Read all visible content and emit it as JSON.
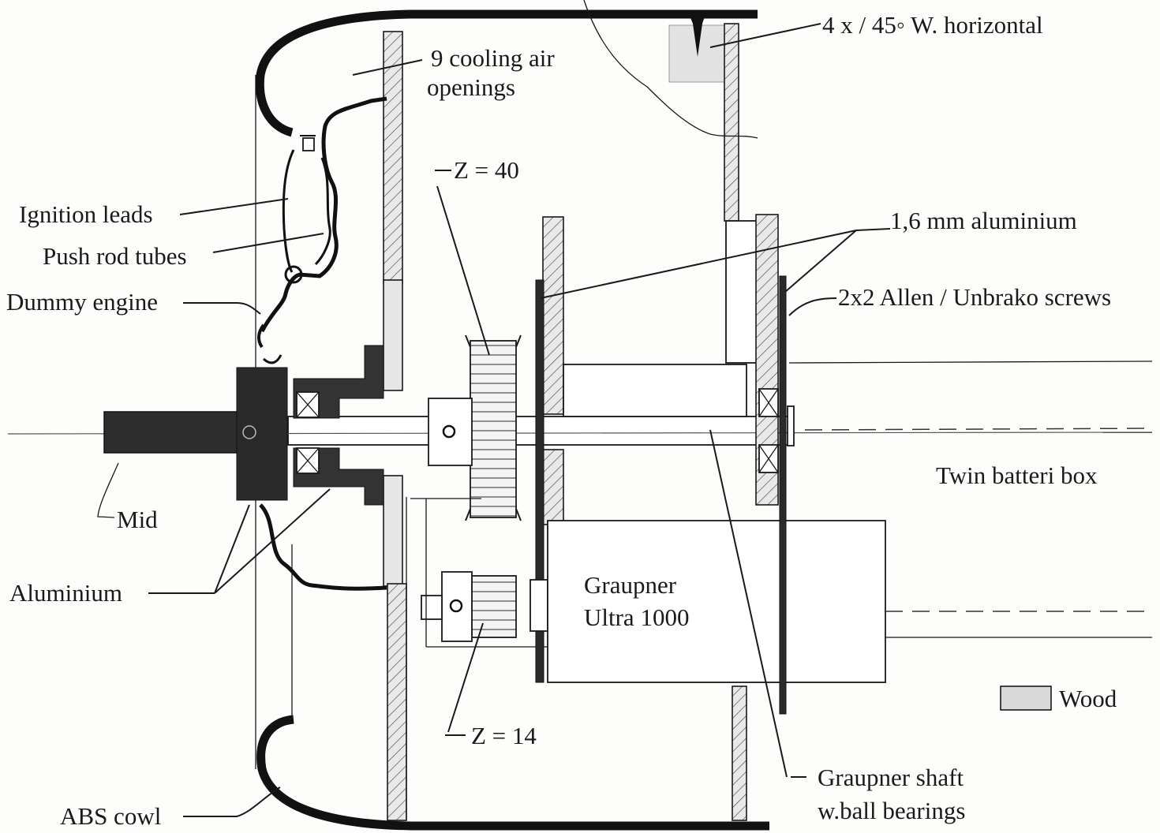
{
  "labels": {
    "screws_horizontal": "4 x / 45◦ W. horizontal",
    "cooling_line1": "9 cooling air",
    "cooling_line2": "openings",
    "z40": "Z = 40",
    "aluminium_16": "1,6 mm aluminium",
    "ignition_leads": "Ignition leads",
    "push_rod_tubes": "Push rod tubes",
    "dummy_engine": "Dummy engine",
    "allen_screws": "2x2 Allen / Unbrako screws",
    "twin_battery": "Twin batteri box",
    "mid": "Mid",
    "aluminium": "Aluminium",
    "motor_line1": "Graupner",
    "motor_line2": "Ultra 1000",
    "wood_legend": "Wood",
    "z14": "Z = 14",
    "shaft_line1": "Graupner shaft",
    "shaft_line2": "w.ball bearings",
    "abs_cowl": "ABS cowl"
  },
  "colors": {
    "ink": "#1a1a1a",
    "wood_fill": "#e6e6e6",
    "aluminium_fill": "#2a2a2a",
    "paper": "#fdfdfc"
  }
}
